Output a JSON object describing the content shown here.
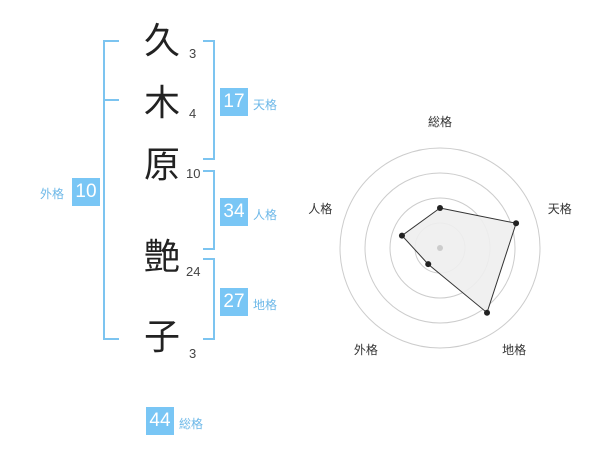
{
  "name": {
    "chars": [
      {
        "char": "久",
        "strokes": "3"
      },
      {
        "char": "木",
        "strokes": "4"
      },
      {
        "char": "原",
        "strokes": "10"
      },
      {
        "char": "艶",
        "strokes": "24"
      },
      {
        "char": "子",
        "strokes": "3"
      }
    ]
  },
  "fortune": {
    "gaikaku": {
      "value": "10",
      "label": "外格"
    },
    "tenkaku": {
      "value": "17",
      "label": "天格"
    },
    "jinkaku": {
      "value": "34",
      "label": "人格"
    },
    "chikaku": {
      "value": "27",
      "label": "地格"
    },
    "soukaku": {
      "value": "44",
      "label": "総格"
    }
  },
  "radar": {
    "axes": [
      "総格",
      "天格",
      "地格",
      "外格",
      "人格"
    ],
    "values": [
      2,
      4,
      4,
      1,
      2
    ],
    "max": 5,
    "rings": 4
  },
  "colors": {
    "accent": "#79c6f5",
    "bracket": "#7cc4f0",
    "polygon_fill": "#eeeeee",
    "polygon_stroke": "#333333"
  }
}
